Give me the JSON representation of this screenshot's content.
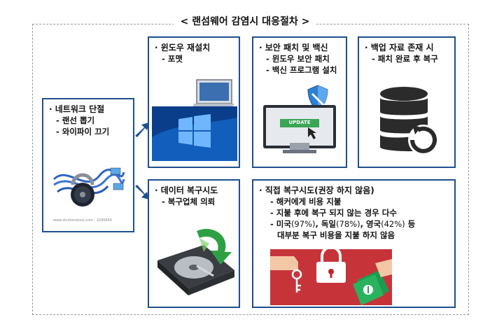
{
  "title": "< 랜섬웨어 감염시 대응절차 >",
  "boxes": {
    "network": {
      "title": "· 네트워크 단절",
      "items": [
        "- 랜선 뽑기",
        "- 와이파이 끄기"
      ],
      "caption": "www.shutterstock.com · 3295856"
    },
    "reinstall": {
      "title": "· 윈도우 재설치",
      "items": [
        "- 포맷"
      ]
    },
    "patch": {
      "title": "· 보안 패치 및 백신",
      "items": [
        "- 윈도우 보안 패치",
        "- 백신 프로그램 설치"
      ],
      "screen_label": "UPDATE"
    },
    "backup": {
      "title": "· 백업 자료 존재 시",
      "items": [
        "- 패치 완료 후 복구"
      ]
    },
    "recovery": {
      "title": "· 데이터 복구시도",
      "items": [
        "- 복구업체 의뢰"
      ]
    },
    "direct": {
      "title": "· 직접 복구시도(권장 하지 않음)",
      "items": [
        "- 해커에게 비용 지불",
        "- 지불 후에 복구 되지 않는 경우 다수"
      ],
      "stats_prefix": "- 미국",
      "stats_us_pct": "(97%)",
      "stats_de": ", 독일",
      "stats_de_pct": "(78%)",
      "stats_uk": ", 영국",
      "stats_uk_pct": "(42%)",
      "stats_suffix": " 등",
      "last_line": "대부분 복구 비용을 지불 하지 않음"
    }
  },
  "colors": {
    "border": "#1e4f8f",
    "arrow": "#1e4f8f",
    "windows_blue": "#1466c8",
    "ransom_red": "#c9232a",
    "money_green": "#1d9b4f"
  }
}
